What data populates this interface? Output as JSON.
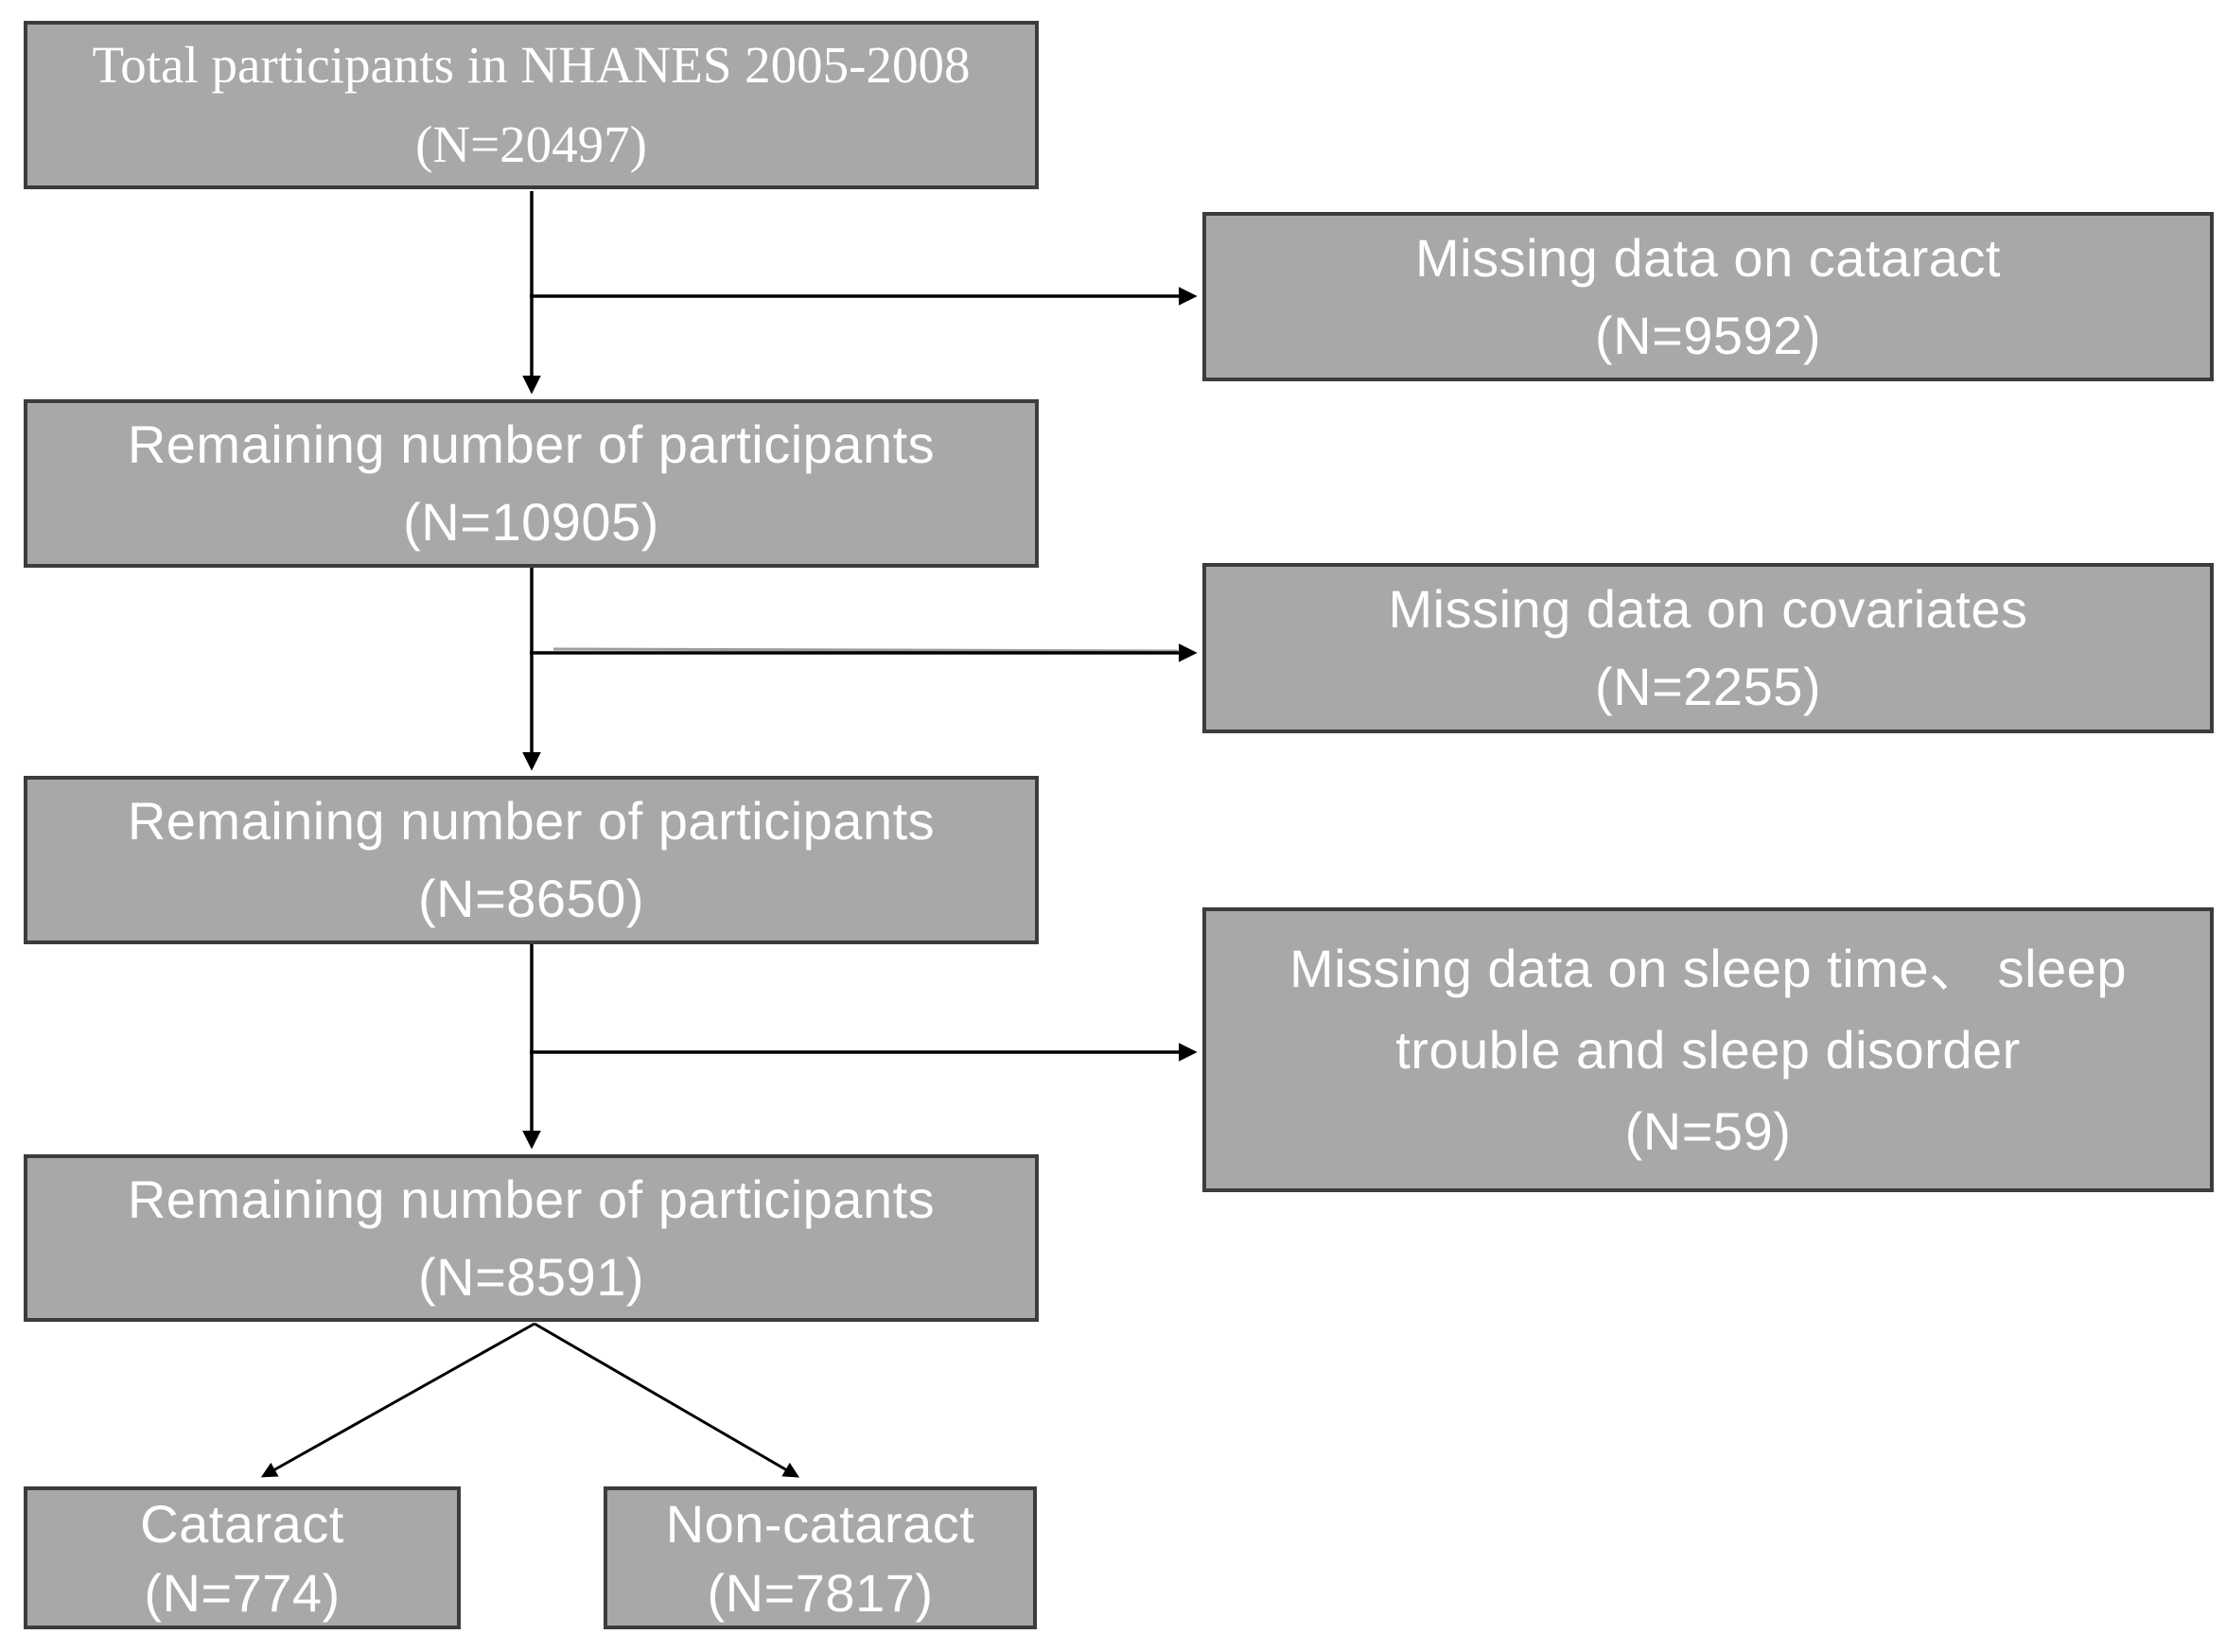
{
  "diagram_type": "participant-selection-flowchart",
  "colors": {
    "box_fill": "#a8a8a8",
    "box_border": "#3c3c3c",
    "box_text": "#ffffff",
    "arrow": "#000000"
  },
  "boxes": {
    "total": {
      "n": 20497,
      "lines": [
        "Total participants in NHANES 2005-2008",
        "(N=20497)"
      ]
    },
    "missing_cataract": {
      "n": 9592,
      "lines": [
        "Missing data on cataract",
        "(N=9592)"
      ]
    },
    "remaining_10905": {
      "n": 10905,
      "lines": [
        "Remaining number of participants",
        "(N=10905)"
      ]
    },
    "missing_covariates": {
      "n": 2255,
      "lines": [
        "Missing data on covariates",
        "(N=2255)"
      ]
    },
    "remaining_8650": {
      "n": 8650,
      "lines": [
        "Remaining number of participants",
        "(N=8650)"
      ]
    },
    "missing_sleep": {
      "n": 59,
      "lines": [
        "Missing data on sleep time、 sleep",
        "trouble and sleep disorder",
        "(N=59)"
      ]
    },
    "remaining_8591": {
      "n": 8591,
      "lines": [
        "Remaining number of participants",
        "(N=8591)"
      ]
    },
    "cataract": {
      "n": 774,
      "lines": [
        "Cataract",
        "(N=774)"
      ]
    },
    "non_cataract": {
      "n": 7817,
      "lines": [
        "Non-cataract",
        "(N=7817)"
      ]
    }
  }
}
